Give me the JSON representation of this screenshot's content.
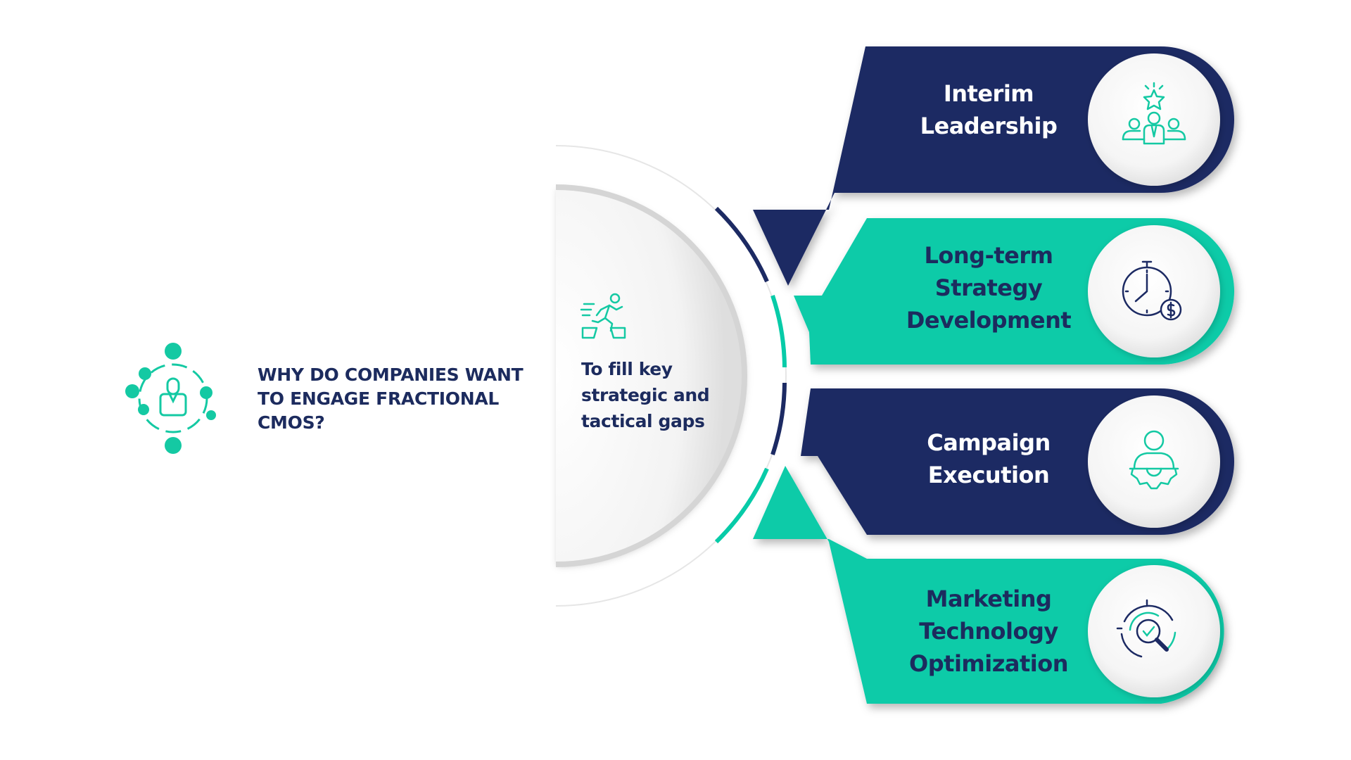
{
  "question": {
    "lines": [
      "WHY DO COMPANIES WANT",
      "TO ENGAGE FRACTIONAL",
      "CMOS?"
    ],
    "icon": "network-person-icon"
  },
  "center": {
    "lines": [
      "To fill key",
      "strategic and",
      "tactical gaps"
    ],
    "icon": "running-jump-icon"
  },
  "items": [
    {
      "lines": [
        "Interim",
        "Leadership"
      ],
      "icon": "team-leader-star-icon",
      "color": "navy"
    },
    {
      "lines": [
        "Long-term",
        "Strategy",
        "Development"
      ],
      "icon": "stopwatch-dollar-icon",
      "color": "teal"
    },
    {
      "lines": [
        "Campaign",
        "Execution"
      ],
      "icon": "person-gear-icon",
      "color": "navy"
    },
    {
      "lines": [
        "Marketing",
        "Technology",
        "Optimization"
      ],
      "icon": "target-magnifier-icon",
      "color": "teal"
    }
  ],
  "colors": {
    "navy": "#1c2a63",
    "teal": "#07cba8",
    "text_dark": "#1c2b5e",
    "text_light": "#ffffff",
    "icon_teal": "#14c9a3"
  }
}
